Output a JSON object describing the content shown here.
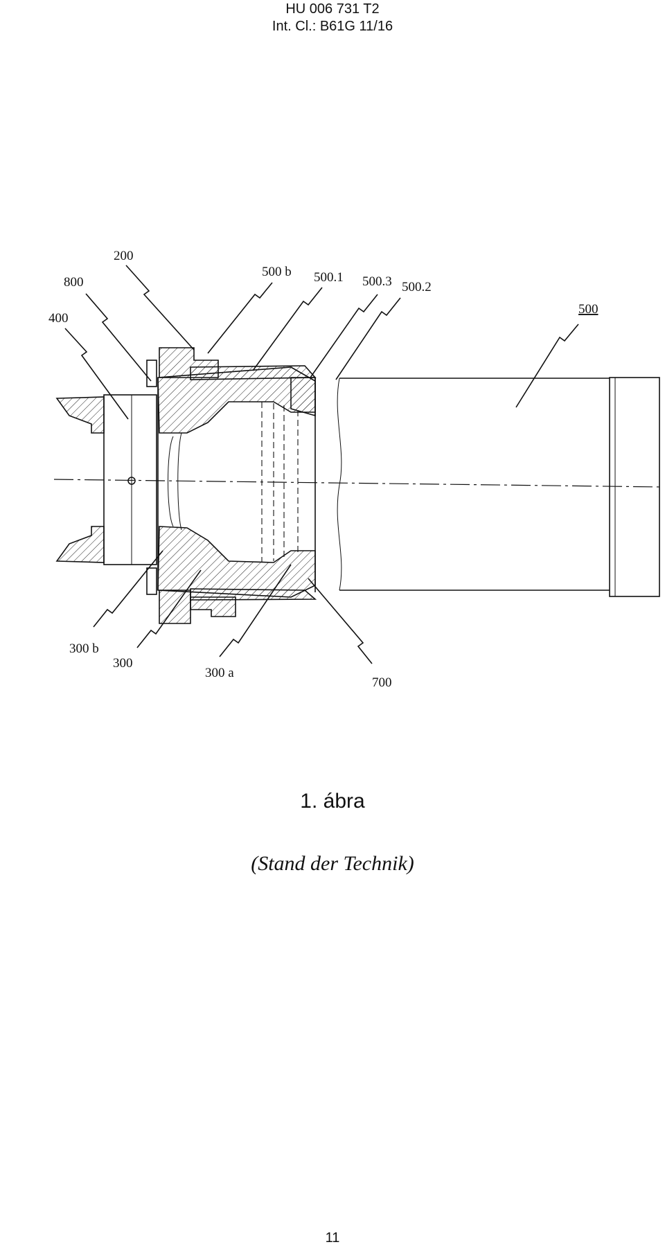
{
  "header": {
    "doc_number": "HU 006 731 T2",
    "int_cl": "Int. Cl.: B61G 11/16"
  },
  "labels": {
    "l200": "200",
    "l800": "800",
    "l400": "400",
    "l500b": "500 b",
    "l500_1": "500.1",
    "l500_3": "500.3",
    "l500_2": "500.2",
    "l500": "500",
    "l300b": "300 b",
    "l300": "300",
    "l300a": "300 a",
    "l700": "700"
  },
  "caption": {
    "figure": "1. ábra",
    "subtitle": "(Stand der Technik)"
  },
  "page_number": "11"
}
